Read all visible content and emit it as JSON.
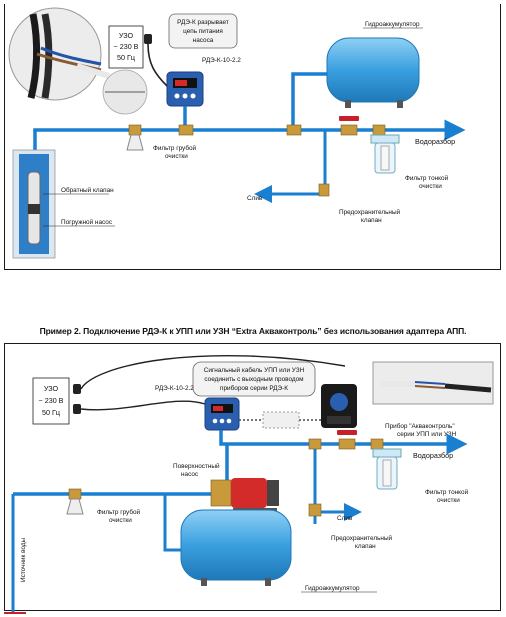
{
  "colors": {
    "pipe": "#1a7fd0",
    "cable": "#1a1a1a",
    "tank": "#3aa0df",
    "pump_red": "#d32a2a",
    "brass": "#c89a3c",
    "valve_red": "#c8202a"
  },
  "diagram1": {
    "uzo": {
      "line1": "УЗО",
      "line2": "~ 230 В",
      "line3": "50 Гц"
    },
    "callout": {
      "line1": "РДЭ-К разрывает",
      "line2": "цепь питания",
      "line3": "насоса"
    },
    "rdek_label": "РДЭ-К-10-2.2",
    "tank_label": "Гидроаккумулятор",
    "outlet_label": "Водоразбор",
    "coarse_filter": {
      "line1": "Фильтр грубой",
      "line2": "очистки"
    },
    "fine_filter": {
      "line1": "Фильтр тонкой",
      "line2": "очистки"
    },
    "check_valve": "Обратный клапан",
    "drain_label": "Слив",
    "safety_valve": {
      "line1": "Предохранительный",
      "line2": "клапан"
    },
    "pump_label": "Погружной насос"
  },
  "heading": "Пример 2. Подключение РДЭ-К  к УПП или УЗН “Extra Акваконтроль” без использования адаптера АПП.",
  "diagram2": {
    "uzo": {
      "line1": "УЗО",
      "line2": "~ 230 В",
      "line3": "50 Гц"
    },
    "signal_note": {
      "line1": "Сигнальный кабель УПП или УЗН",
      "line2": "соединить с выходным проводом",
      "line3": "приборов серии РДЭ-К"
    },
    "rdek_label": "РДЭ-К-10-2.2",
    "device_label": {
      "line1": "Прибор \"Акваконтроль\"",
      "line2": "серии УПП или УЗН"
    },
    "surface_pump": {
      "line1": "Поверхностный",
      "line2": "насос"
    },
    "outlet_label": "Водоразбор",
    "coarse_filter": {
      "line1": "Фильтр грубой",
      "line2": "очистки"
    },
    "fine_filter": {
      "line1": "Фильтр тонкой",
      "line2": "очистки"
    },
    "water_source": "Источник воды",
    "drain_label": "Слив",
    "safety_valve": {
      "line1": "Предохранительный",
      "line2": "клапан"
    },
    "tank_label": "Гидроаккумулятор"
  }
}
